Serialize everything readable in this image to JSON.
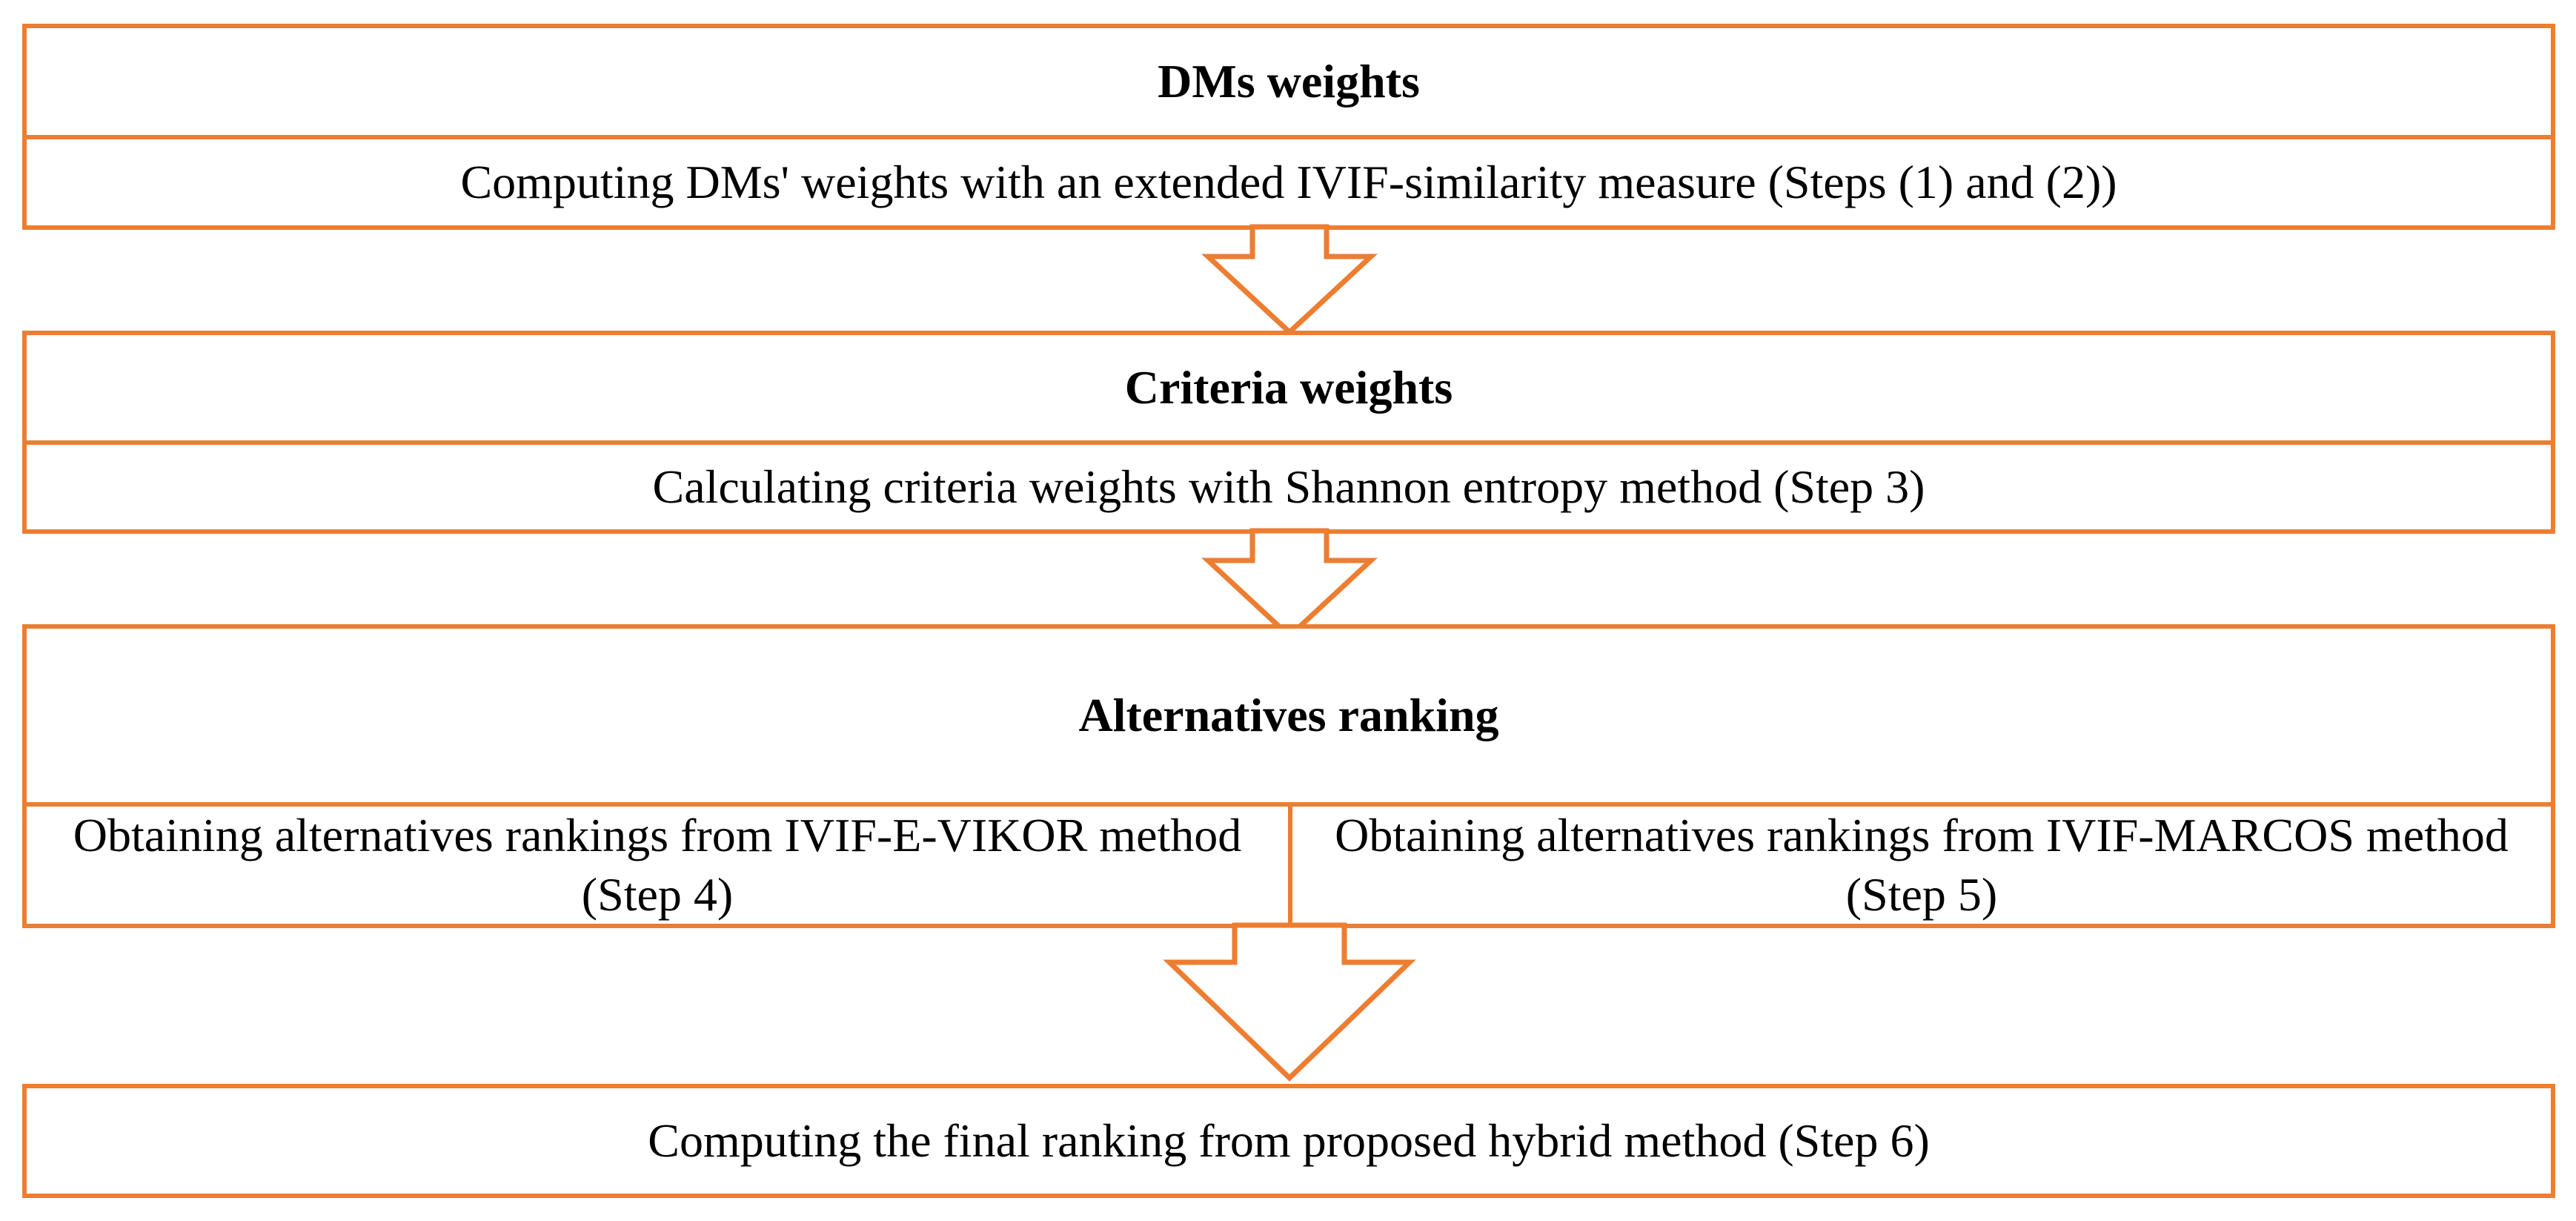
{
  "palette": {
    "border": "#ED7D31",
    "arrow_stroke": "#ED7D31",
    "background": "#FFFFFF",
    "text": "#000000"
  },
  "stages": {
    "dms": {
      "heading": "DMs weights",
      "text": "Computing DMs' weights with an extended IVIF-similarity measure (Steps (1) and (2))"
    },
    "criteria": {
      "heading": "Criteria weights",
      "text": "Calculating criteria weights with Shannon entropy method (Step 3)"
    },
    "alternatives": {
      "heading": "Alternatives ranking",
      "left_text": "Obtaining alternatives rankings from IVIF-E-VIKOR method (Step 4)",
      "right_text": "Obtaining alternatives rankings from IVIF-MARCOS method (Step 5)"
    },
    "final": {
      "text": "Computing the final ranking from proposed hybrid method (Step 6)"
    }
  },
  "arrows": [
    {
      "from": "dms",
      "to": "criteria"
    },
    {
      "from": "criteria",
      "to": "alternatives"
    },
    {
      "from": "alternatives",
      "to": "final"
    }
  ]
}
